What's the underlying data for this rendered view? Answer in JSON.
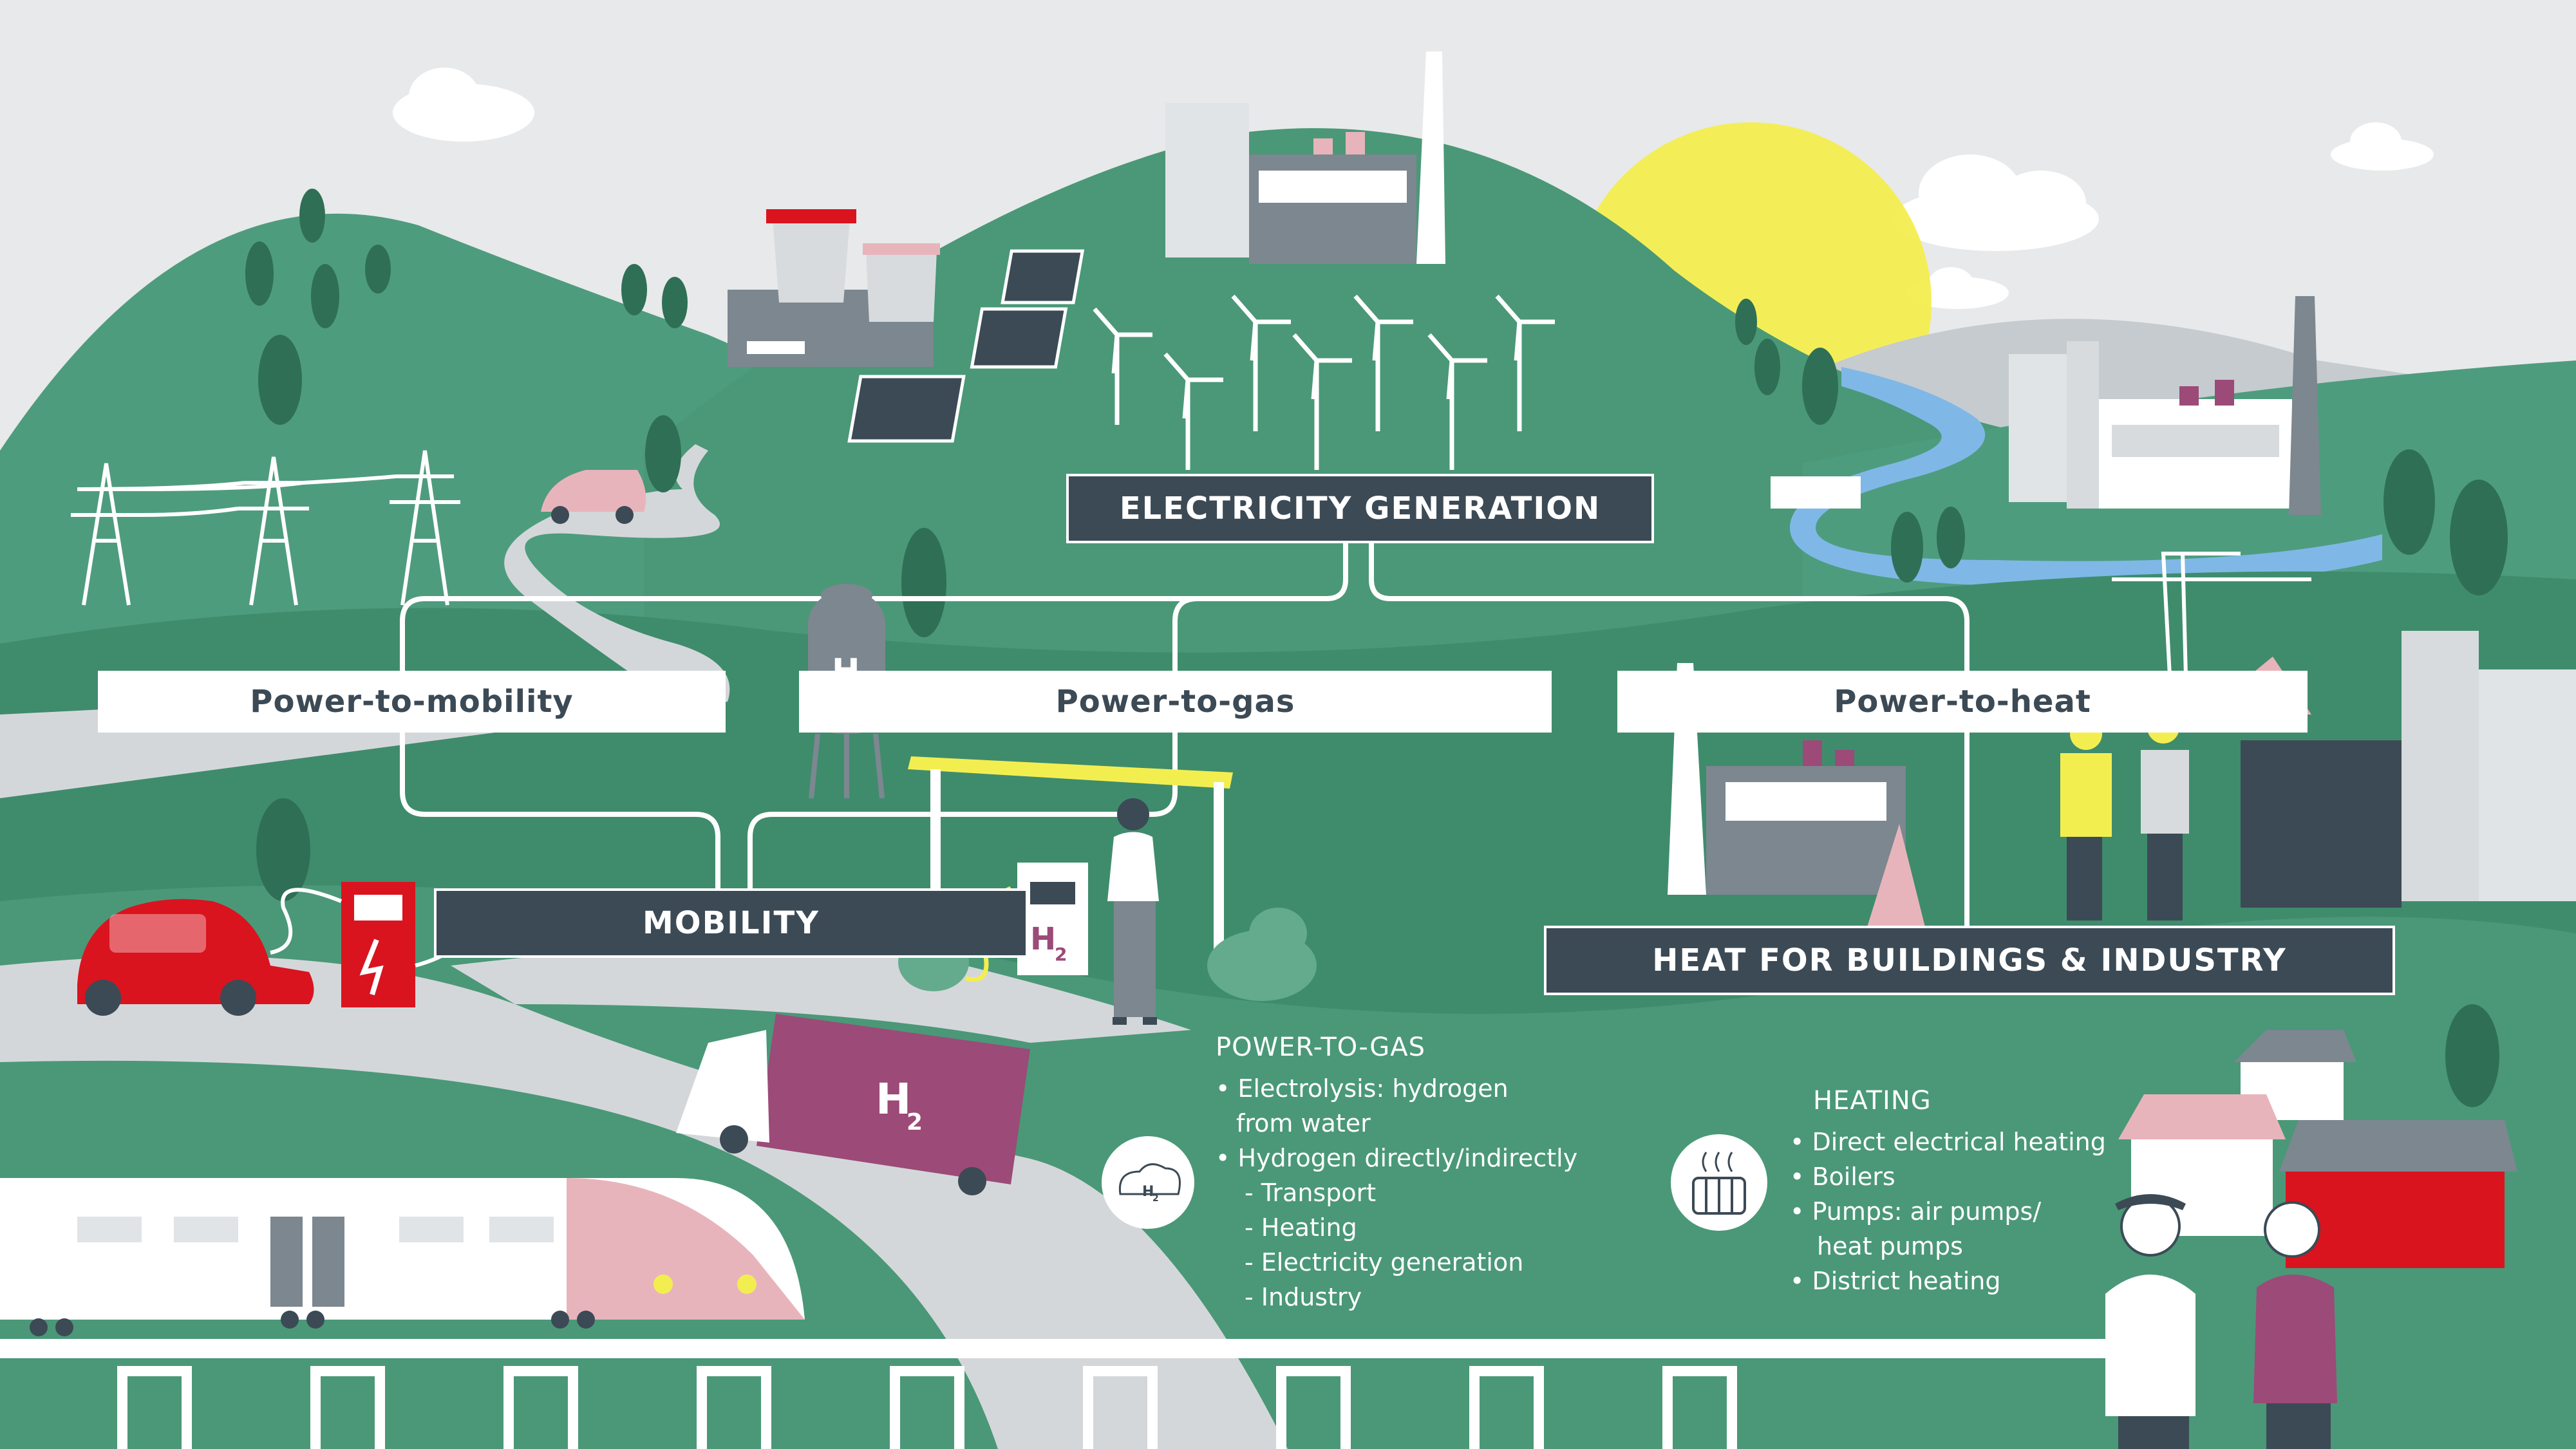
{
  "labels": {
    "electricity_generation": "ELECTRICITY GENERATION",
    "power_to_mobility": "Power-to-mobility",
    "power_to_gas": "Power-to-gas",
    "power_to_heat": "Power-to-heat",
    "mobility": "MOBILITY",
    "heat_buildings_industry": "HEAT FOR BUILDINGS & INDUSTRY"
  },
  "power_to_gas_box": {
    "title": "POWER-TO-GAS",
    "lines": [
      "• Electrolysis: hydrogen",
      "from water",
      "• Hydrogen directly/indirectly",
      "- Transport",
      "- Heating",
      "- Electricity generation",
      "- Industry"
    ]
  },
  "heating_box": {
    "title": "HEATING",
    "lines": [
      "• Direct electrical heating",
      "• Boilers",
      "• Pumps: air pumps/",
      "heat pumps",
      "• District heating"
    ]
  },
  "h2_symbols": {
    "tank": "H",
    "pump": "H",
    "truck": "H",
    "icon": "H",
    "subscript": "2"
  },
  "colors": {
    "sky": "#e8e9ea",
    "green_dark": "#3d9070",
    "green": "#4e9c7e",
    "green_light": "#64ab8e",
    "grey_label": "#3c4a55",
    "red": "#d9141f",
    "pink": "#e8b4bb",
    "purple": "#9c4a78",
    "yellow_sun": "#f3ee50",
    "river": "#7fb8e6",
    "road": "#d4d7da"
  }
}
